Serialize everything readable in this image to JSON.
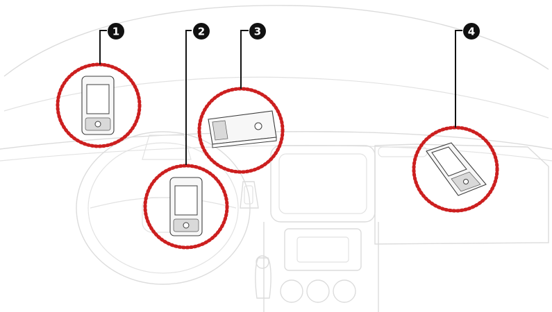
{
  "callouts": [
    {
      "number": "1"
    },
    {
      "number": "2"
    },
    {
      "number": "3"
    },
    {
      "number": "4"
    }
  ],
  "colors": {
    "highlight_ring": "#cc1f1f",
    "badge": "#111111",
    "background_lines": "#dcdcdc"
  }
}
